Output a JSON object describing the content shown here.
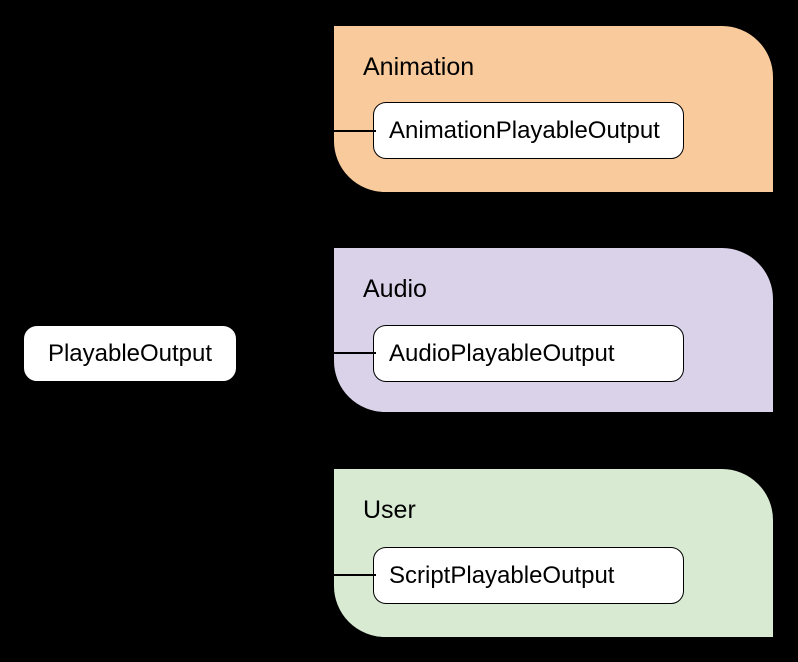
{
  "diagram": {
    "background": "#000000",
    "edge_color": "#000000",
    "root": {
      "label": "PlayableOutput"
    },
    "groups": [
      {
        "title": "Animation",
        "color": "#f9cb9c",
        "child": "AnimationPlayableOutput"
      },
      {
        "title": "Audio",
        "color": "#d9d2e9",
        "child": "AudioPlayableOutput"
      },
      {
        "title": "User",
        "color": "#d9ead3",
        "child": "ScriptPlayableOutput"
      }
    ]
  }
}
